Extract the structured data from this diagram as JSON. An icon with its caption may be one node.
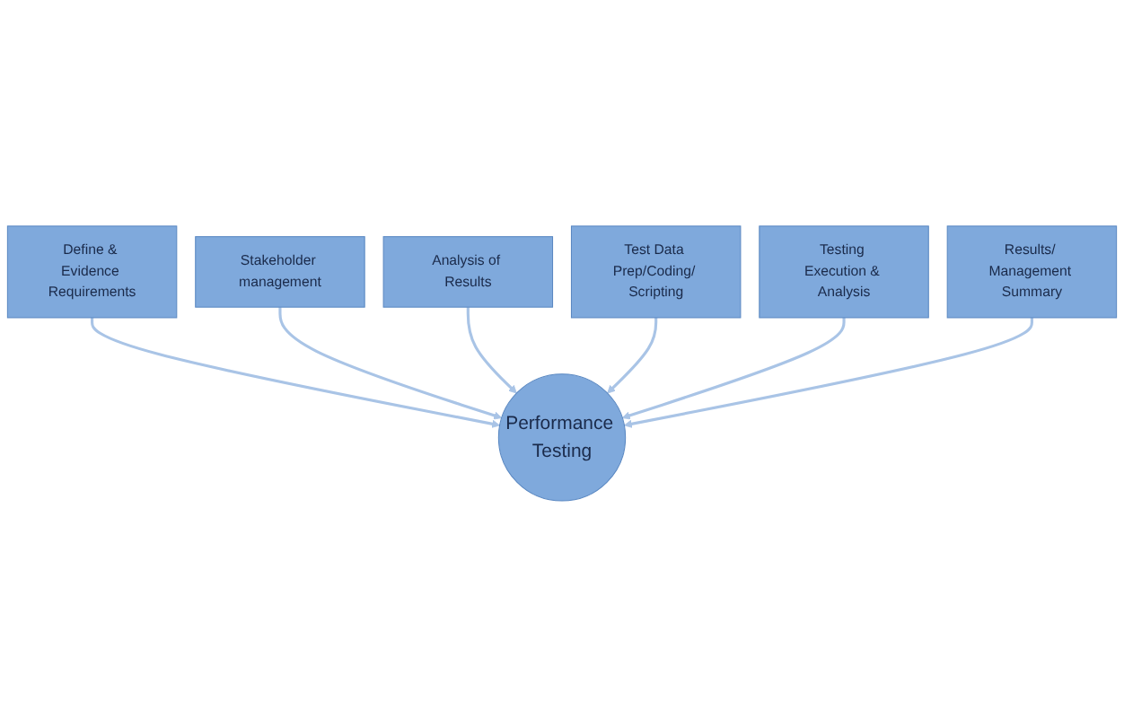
{
  "diagram": {
    "nodes": [
      {
        "text": [
          "Analysis of Results"
        ]
      },
      {
        "text": [
          "Test Data Prep/Coding/ Scripting"
        ]
      },
      {
        "text": [
          "Stakeholder management"
        ]
      },
      {
        "text": [
          "Testing Execution & Analysis"
        ]
      },
      {
        "text": [
          "Define & Evidence Requirements"
        ]
      },
      {
        "text": [
          "Performance Testing"
        ]
      },
      {
        "text": [
          "Results/ Management Summary"
        ]
      }
    ],
    "edges": [
      {
        "from": 4,
        "to": 5,
        "arrow": "to"
      },
      {
        "from": 2,
        "to": 5,
        "arrow": "to"
      },
      {
        "from": 0,
        "to": 5,
        "arrow": "to"
      },
      {
        "from": 1,
        "to": 5,
        "arrow": "to"
      },
      {
        "from": 3,
        "to": 5,
        "arrow": "to"
      },
      {
        "from": 6,
        "to": 5,
        "arrow": "to"
      }
    ]
  }
}
